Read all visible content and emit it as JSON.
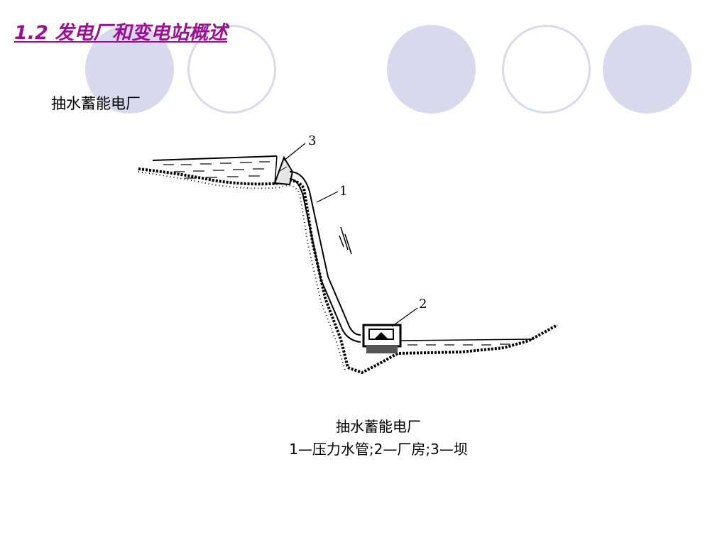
{
  "slide": {
    "title": "1.2 发电厂和变电站概述",
    "subtitle": "抽水蓄能电厂"
  },
  "figure": {
    "labels": [
      "1",
      "2",
      "3"
    ],
    "caption_title": "抽水蓄能电厂",
    "caption_legend": "1—压力水管;2—厂房;3—坝"
  },
  "colors": {
    "title": "#9a0f95",
    "decor_circle": "#d9d9ee"
  }
}
